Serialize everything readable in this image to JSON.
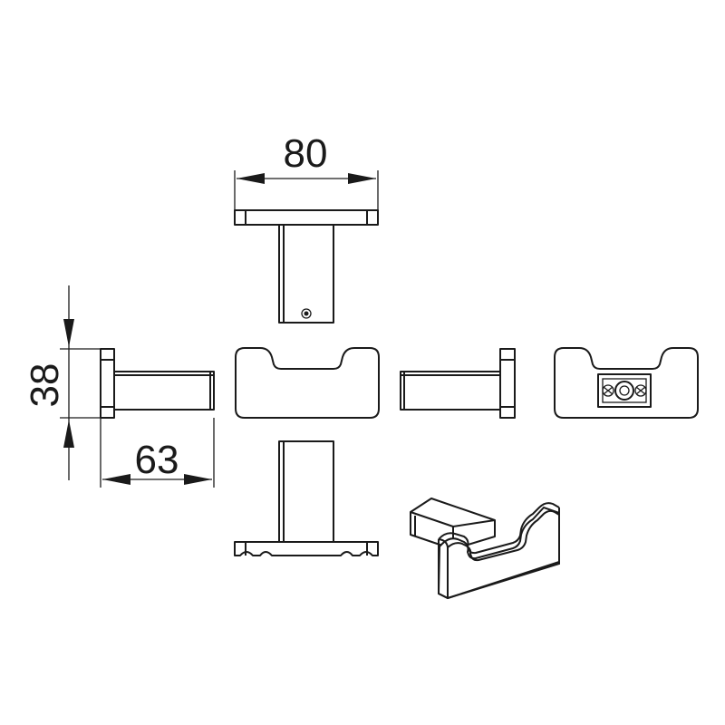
{
  "dimensions": {
    "width": "80",
    "height": "38",
    "depth": "63"
  },
  "colors": {
    "line": "#1a1a1a",
    "background": "#ffffff"
  },
  "icons": [
    "arrow-icon"
  ]
}
